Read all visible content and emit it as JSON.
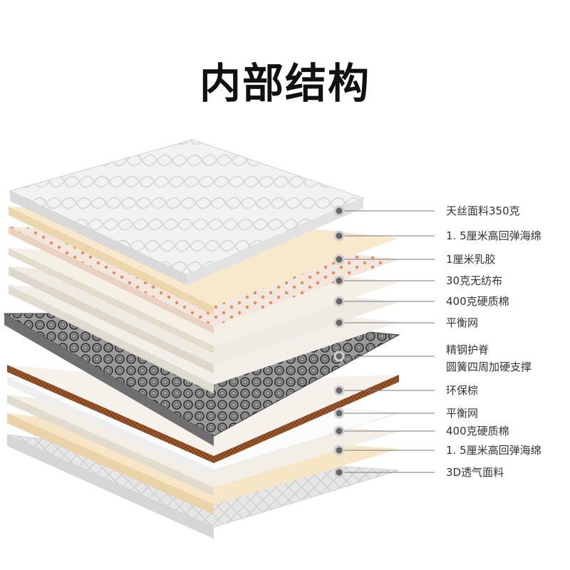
{
  "title": "内部结构",
  "labels": [
    "天丝面料350克",
    "1. 5厘米高回弹海绵",
    "1厘米乳胶",
    "30克无纺布",
    "400克硬质棉",
    "平衡网",
    "精钢护脊",
    "圆簧四周加硬支撑",
    "环保棕",
    "平衡网",
    "400克硬质棉",
    "1. 5厘米高回弹海绵",
    "3D透气面料"
  ]
}
